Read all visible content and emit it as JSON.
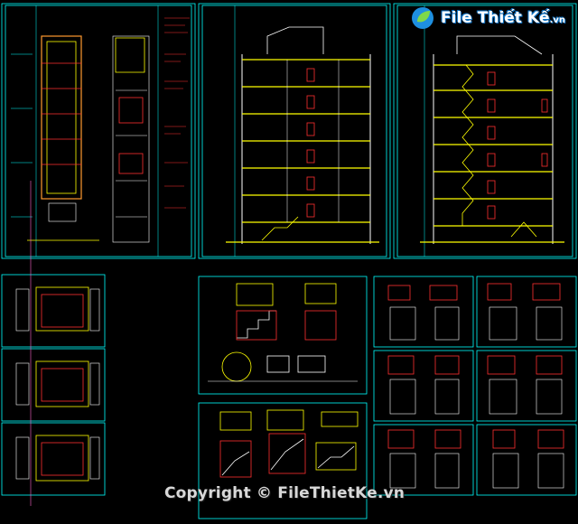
{
  "watermark": {
    "logo_text": "File Thiết Kế",
    "logo_tld": ".vn",
    "copyright": "Copyright © FileThietKe.vn"
  },
  "colors": {
    "background": "#000000",
    "frame": "#00ffff",
    "accent_yellow": "#ffff00",
    "accent_red": "#ff3030",
    "accent_white": "#ffffff",
    "accent_orange": "#ff9a30"
  },
  "sheets": [
    {
      "name": "elevation-sheet",
      "kind": "elevation"
    },
    {
      "name": "section-sheet-a",
      "kind": "section"
    },
    {
      "name": "section-sheet-b",
      "kind": "section"
    },
    {
      "name": "detail-sheet-left",
      "kind": "details"
    },
    {
      "name": "stair-detail-sheet-top",
      "kind": "details"
    },
    {
      "name": "stair-detail-sheet-bottom",
      "kind": "details"
    },
    {
      "name": "toilet-detail-sheets",
      "kind": "details"
    }
  ],
  "section_floors": 7
}
